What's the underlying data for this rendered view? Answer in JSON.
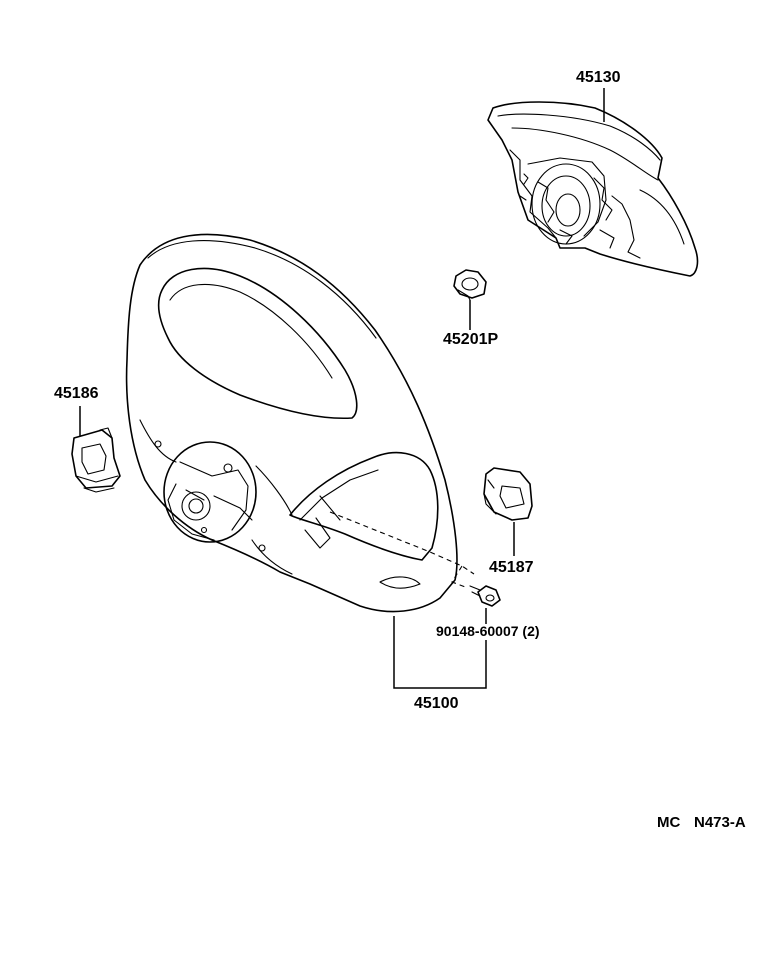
{
  "diagram": {
    "parts": {
      "horn_pad": "45130",
      "nut": "45201P",
      "left_cover": "45186",
      "right_cover": "45187",
      "screw": "90148-60007 (2)",
      "wheel_assembly": "45100"
    },
    "code": {
      "prefix": "MC",
      "id": "N473-A"
    }
  }
}
